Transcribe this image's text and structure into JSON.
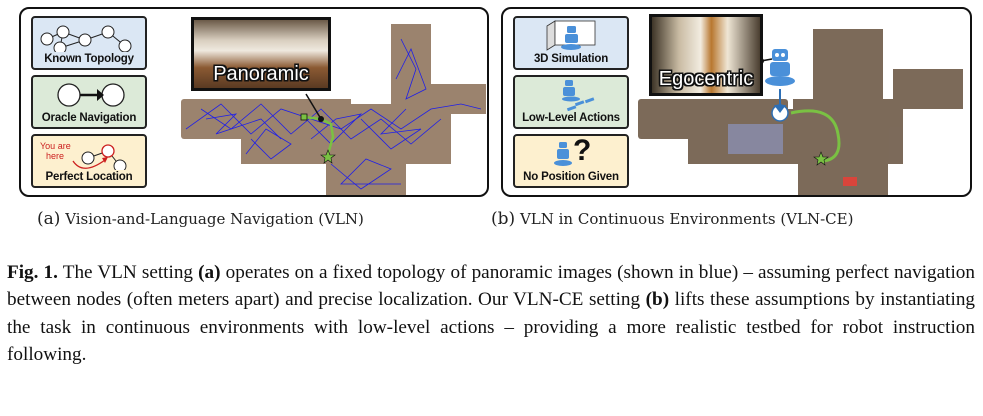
{
  "figure": {
    "panel_a": {
      "legend": [
        {
          "label": "Known Topology",
          "icon": "graph-topology-icon",
          "color": "#dbe7f4"
        },
        {
          "label": "Oracle Navigation",
          "icon": "node-arrow-node-icon",
          "color": "#dcead8"
        },
        {
          "label": "Perfect Location",
          "icon": "you-are-here-icon",
          "color": "#fdf0cf",
          "annotation": "You are here",
          "annotation_color": "#cc1f1f"
        }
      ],
      "inset_label": "Panoramic",
      "graph_color": "#1f1fe8",
      "path_color": "#7ac143"
    },
    "panel_b": {
      "legend": [
        {
          "label": "3D Simulation",
          "icon": "robot-in-3d-room-icon",
          "color": "#dbe7f4"
        },
        {
          "label": "Low-Level Actions",
          "icon": "robot-footsteps-icon",
          "color": "#dcead8"
        },
        {
          "label": "No Position Given",
          "icon": "robot-question-icon",
          "color": "#fdf0cf",
          "glyph": "?"
        }
      ],
      "inset_label": "Egocentric",
      "robot_color": "#4a90d9",
      "path_color": "#7ac143"
    },
    "subcaptions": {
      "a_tag": "(a)",
      "a_text": "Vision-and-Language Navigation (VLN)",
      "b_tag": "(b)",
      "b_text": "VLN in Continuous Environments (VLN-CE)"
    },
    "caption": {
      "label": "Fig. 1.",
      "part1": " The VLN setting ",
      "ref_a": "(a)",
      "part2": " operates on a fixed topology of panoramic images (shown in blue) – assuming perfect navigation between nodes (often meters apart) and precise localization. Our VLN-CE setting ",
      "ref_b": "(b)",
      "part3": " lifts these assumptions by instantiating the task in continuous environments with low-level actions – providing a more realistic testbed for robot instruction following."
    }
  }
}
